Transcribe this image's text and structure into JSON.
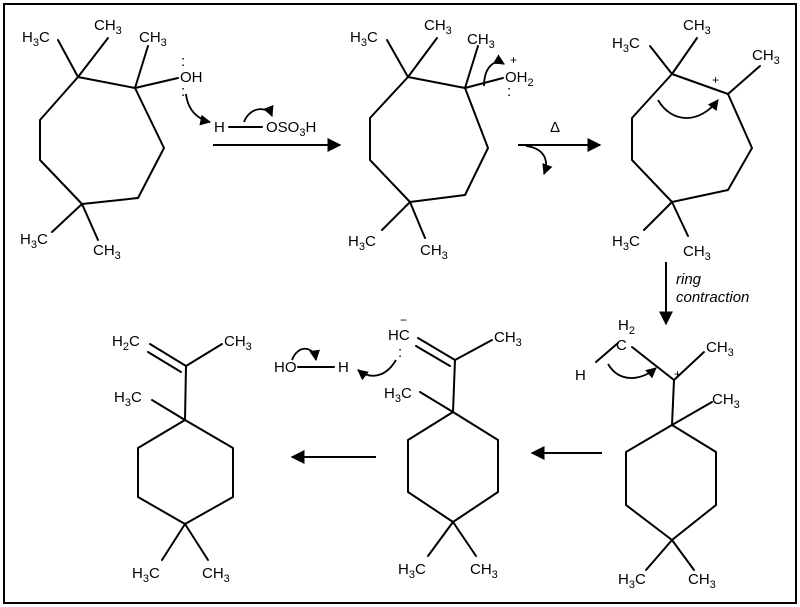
{
  "reagent": {
    "h": "H",
    "group": "OSO",
    "sub3": "3",
    "h2": "H"
  },
  "hydroxide_label": {
    "ho": "HO",
    "h": "H"
  },
  "heat_label": "Δ",
  "ring_contraction": {
    "line1": "ring",
    "line2": "contraction"
  },
  "groups": {
    "h3c": "H",
    "ch3_c": "CH",
    "three": "3",
    "c_only": "C",
    "oh": "OH",
    "oh2_o": "OH",
    "two": "2",
    "h2c": "H",
    "hc": "HC",
    "h2_label": "H",
    "c_label": "C",
    "h_label": "H"
  },
  "charges": {
    "plus": "+",
    "minus": "−"
  }
}
